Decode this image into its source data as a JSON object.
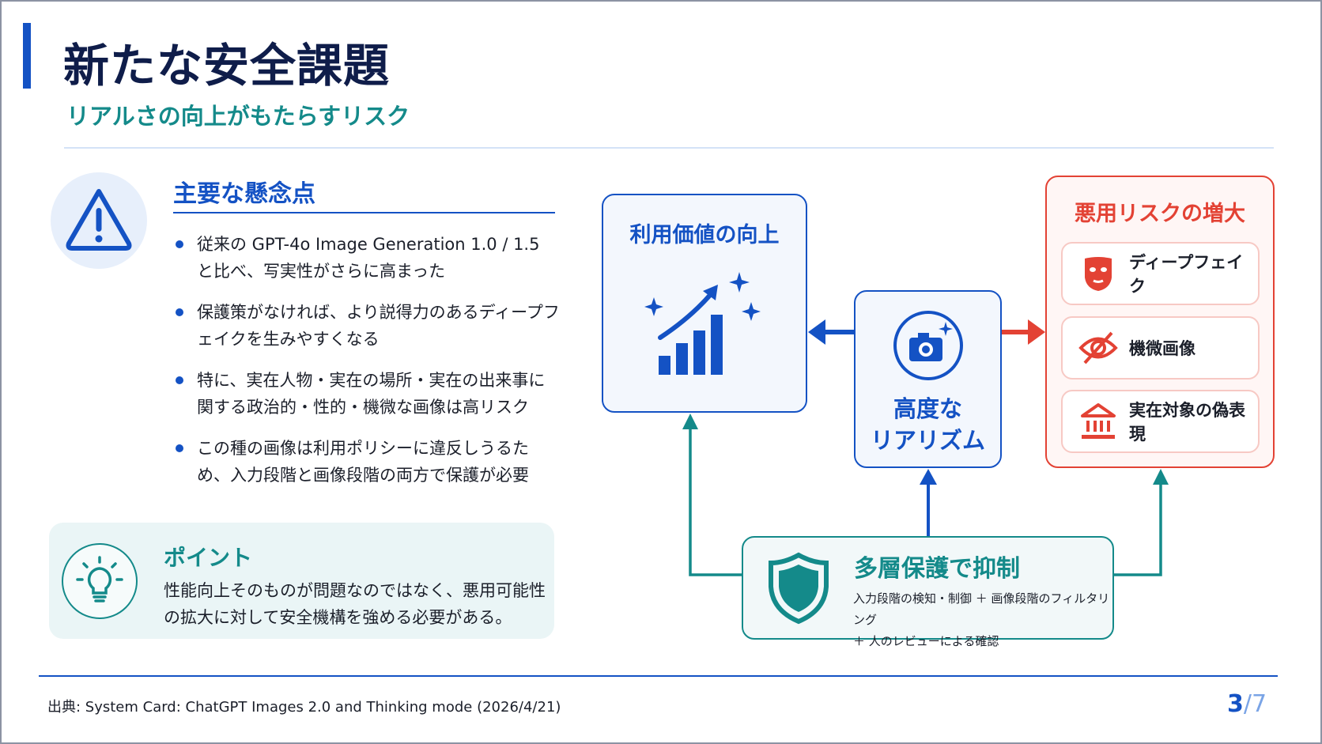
{
  "header": {
    "title": "新たな安全課題",
    "subtitle": "リアルさの向上がもたらすリスク"
  },
  "concerns": {
    "heading": "主要な懸念点",
    "icon": "warning-icon",
    "items": [
      "従来の GPT-4o Image Generation 1.0 / 1.5 と比べ、写実性がさらに高まった",
      "保護策がなければ、より説得力のあるディープフェイクを生みやすくなる",
      "特に、実在人物・実在の場所・実在の出来事に関する政治的・性的・機微な画像は高リスク",
      "この種の画像は利用ポリシーに違反しうるため、入力段階と画像段階の両方で保護が必要"
    ]
  },
  "point": {
    "title": "ポイント",
    "icon": "lightbulb-icon",
    "text": "性能向上そのものが問題なのではなく、悪用可能性の拡大に対して安全機構を強める必要がある。"
  },
  "diagram": {
    "value": {
      "title": "利用価値の向上",
      "icon": "growth-chart-icon"
    },
    "realism": {
      "title_line1": "高度な",
      "title_line2": "リアリズム",
      "icon": "camera-icon"
    },
    "risk": {
      "title": "悪用リスクの増大",
      "items": [
        {
          "label": "ディープフェイク",
          "icon": "mask-icon"
        },
        {
          "label": "機微画像",
          "icon": "eye-slash-icon"
        },
        {
          "label": "実在対象の偽表現",
          "icon": "building-icon"
        }
      ]
    },
    "protection": {
      "title": "多層保護で抑制",
      "line1": "入力段階の検知・制御 ＋ 画像段階のフィルタリング",
      "line2": "＋ 人のレビューによる確認",
      "icon": "shield-icon"
    }
  },
  "footer": {
    "source": "出典: System Card: ChatGPT Images 2.0 and Thinking mode (2026/4/21)",
    "page_current": "3",
    "page_total": "/7"
  },
  "colors": {
    "blue": "#1452c4",
    "teal": "#148a8a",
    "red": "#e34234",
    "navy": "#0f1d4a"
  }
}
